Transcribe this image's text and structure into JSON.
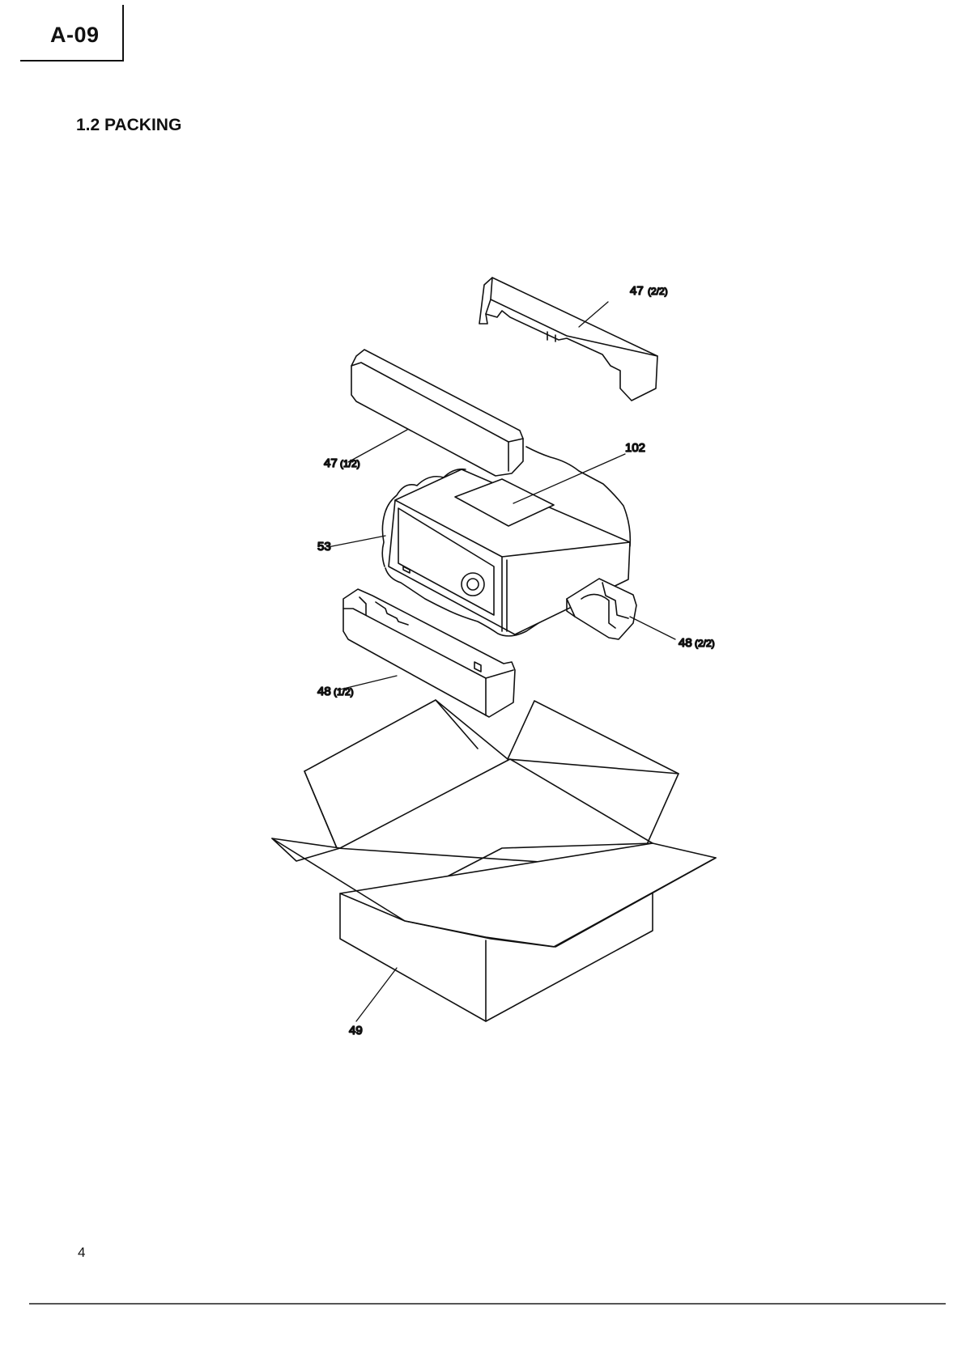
{
  "header": {
    "page_tag": "A-09",
    "section_title": "1.2  PACKING"
  },
  "callouts": {
    "c47_22_num": "47",
    "c47_22_frac": "(2/2)",
    "c47_12_num": "47",
    "c47_12_frac": "(1/2)",
    "c102": "102",
    "c53": "53",
    "c48_22_num": "48",
    "c48_22_frac": "(2/2)",
    "c48_12_num": "48",
    "c48_12_frac": "(1/2)",
    "c49": "49"
  },
  "footer": {
    "page_number": "4"
  }
}
